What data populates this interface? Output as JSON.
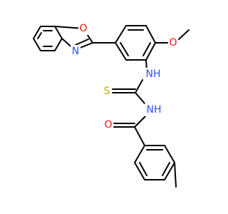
{
  "molecule": {
    "atoms": {
      "O_oxazole": {
        "label": "O",
        "color": "#ff0d0d"
      },
      "N_oxazole": {
        "label": "N",
        "color": "#3050f8"
      },
      "O_methoxy": {
        "label": "O",
        "color": "#ff0d0d"
      },
      "NH_upper": {
        "label": "NH",
        "color": "#3050f8"
      },
      "S_thio": {
        "label": "S",
        "color": "#c8a800"
      },
      "NH_lower": {
        "label": "NH",
        "color": "#3050f8"
      },
      "O_carbonyl": {
        "label": "O",
        "color": "#ff0d0d"
      }
    },
    "bond_color": "#000000"
  }
}
